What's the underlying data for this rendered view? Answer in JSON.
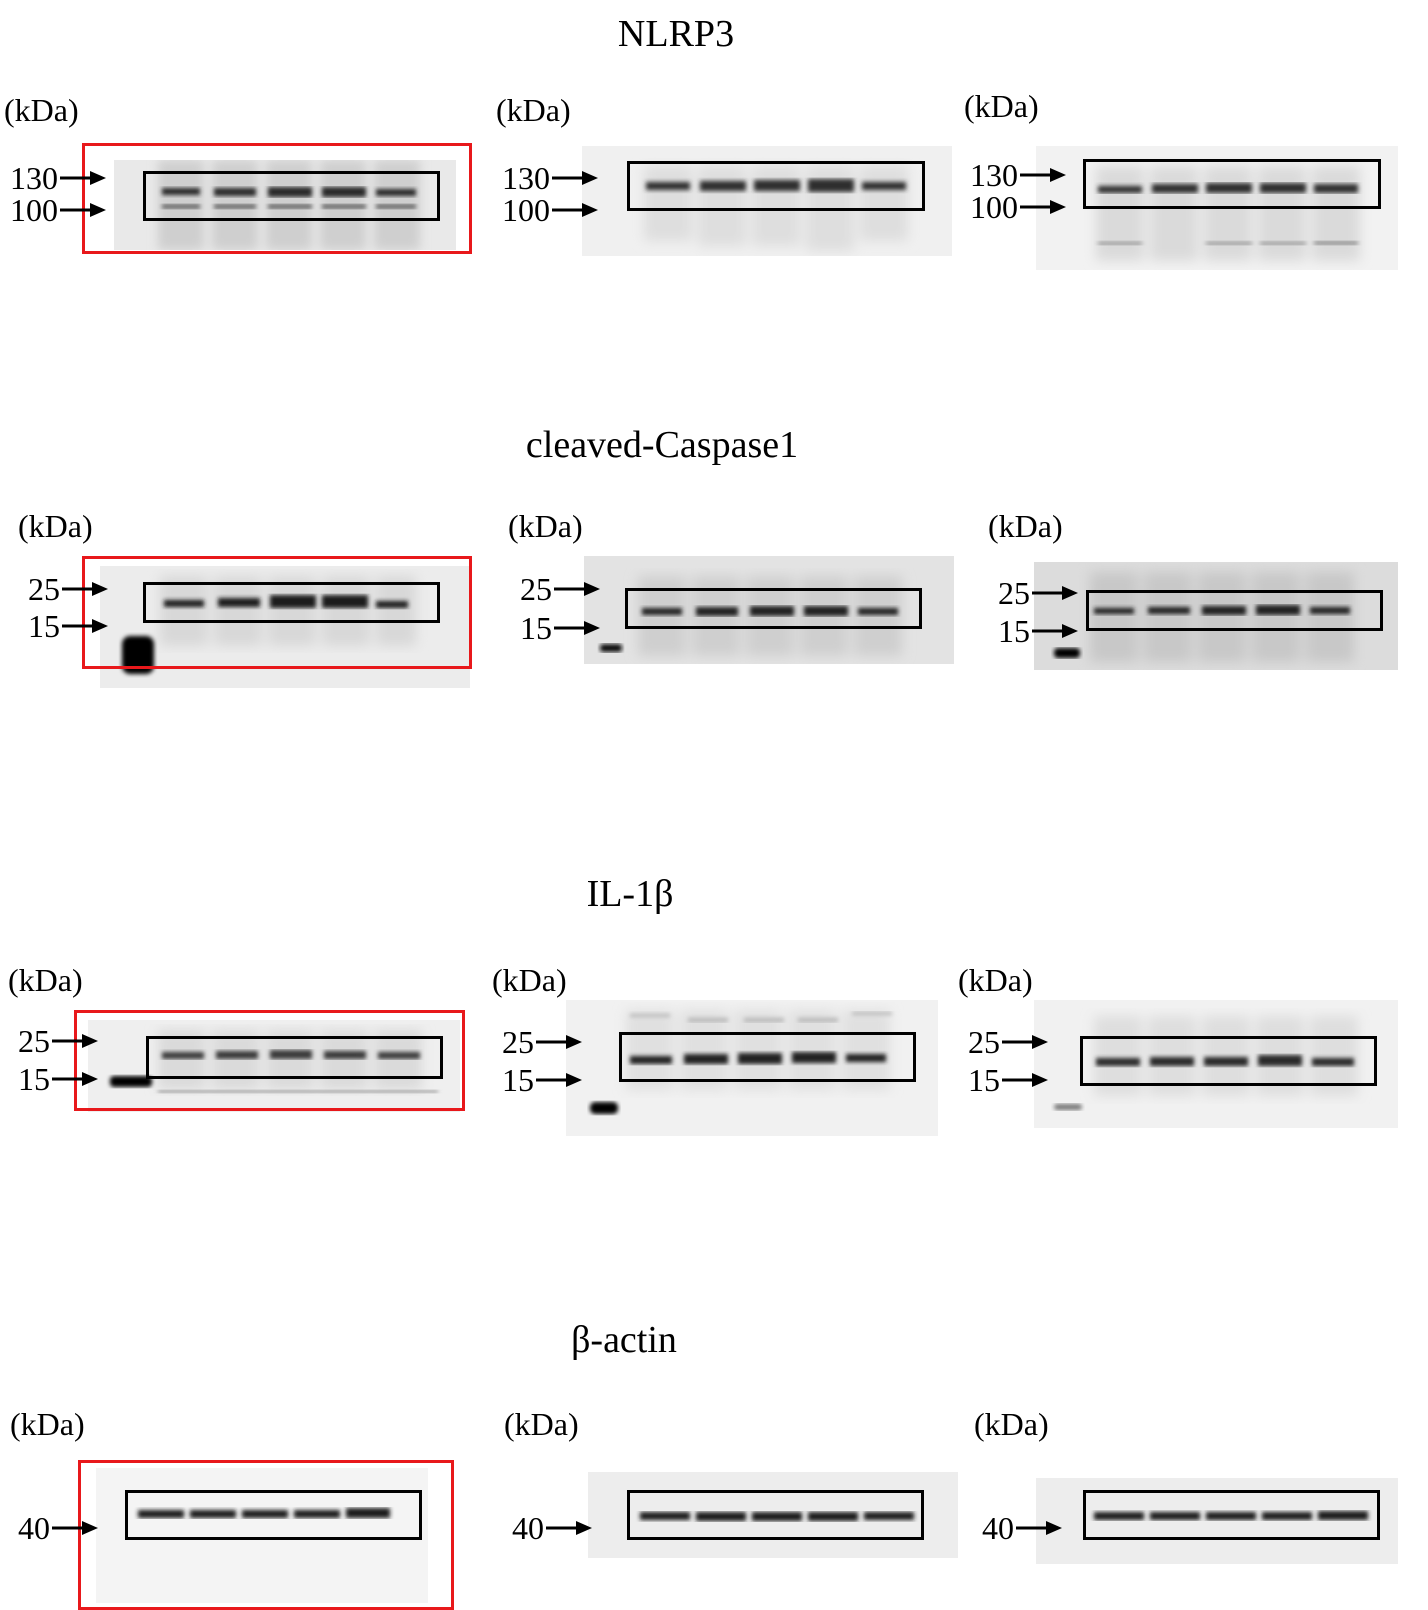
{
  "panels": [
    {
      "title": "NLRP3",
      "blots": [
        {
          "kda": "(kDa)",
          "markers": [
            "130",
            "100"
          ]
        },
        {
          "kda": "(kDa)",
          "markers": [
            "130",
            "100"
          ]
        },
        {
          "kda": "(kDa)",
          "markers": [
            "130",
            "100"
          ]
        }
      ]
    },
    {
      "title": "cleaved-Caspase1",
      "blots": [
        {
          "kda": "(kDa)",
          "markers": [
            "25",
            "15"
          ]
        },
        {
          "kda": "(kDa)",
          "markers": [
            "25",
            "15"
          ]
        },
        {
          "kda": "(kDa)",
          "markers": [
            "25",
            "15"
          ]
        }
      ]
    },
    {
      "title": "IL-1β",
      "blots": [
        {
          "kda": "(kDa)",
          "markers": [
            "25",
            "15"
          ]
        },
        {
          "kda": "(kDa)",
          "markers": [
            "25",
            "15"
          ]
        },
        {
          "kda": "(kDa)",
          "markers": [
            "25",
            "15"
          ]
        }
      ]
    },
    {
      "title": "β-actin",
      "blots": [
        {
          "kda": "(kDa)",
          "markers": [
            "40"
          ]
        },
        {
          "kda": "(kDa)",
          "markers": [
            "40"
          ]
        },
        {
          "kda": "(kDa)",
          "markers": [
            "40"
          ]
        }
      ]
    }
  ],
  "colors": {
    "highlight_box": "#e8181b",
    "crop_box": "#000000"
  }
}
